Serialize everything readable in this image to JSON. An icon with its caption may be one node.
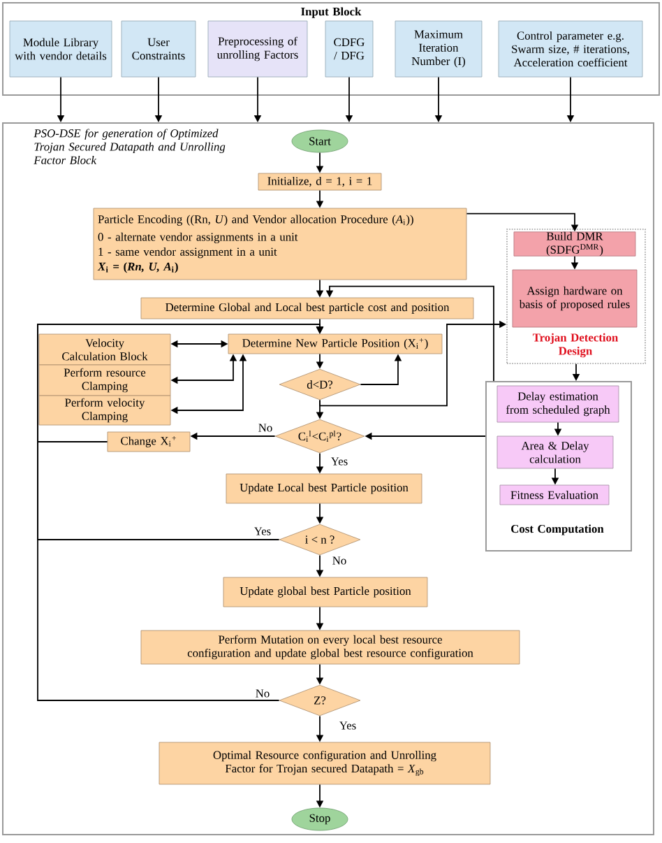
{
  "diagram": {
    "nodes": [
      {
        "text": [
          "Input Block"
        ]
      },
      {
        "text": [
          "Module Library with vendor details"
        ],
        "in": 0
      },
      {
        "text": [
          "User Constraints"
        ],
        "in": 0
      },
      {
        "text": [
          "Preprocessing of unrolling Factors"
        ],
        "in": 0
      },
      {
        "text": [
          "CDFG / DFG"
        ],
        "in": 0
      },
      {
        "text": [
          "Maximum Iteration Number (I)"
        ],
        "in": 0
      },
      {
        "text": [
          "Control parameter e.g. Swarm size, # iterations, Acceleration coefficient"
        ],
        "in": 0
      },
      {
        "text": [
          "PSO-DSE for generation of Optimized Trojan Secured Datapath and Unrolling Factor Block"
        ]
      },
      {
        "text": [
          "Start"
        ],
        "in": 7
      },
      {
        "text": [
          "Initialize, d = 1, i = 1"
        ],
        "in": 7
      },
      {
        "text": [
          "Particle Encoding ((Rn, *U*) and Vendor allocation Procedure (*A*$_{i}$))",
          "0 - alternate vendor assignments in a unit",
          "1 - same vendor assignment in a unit",
          "*X*$_{i}$ = (*Rn, U, A*$_{i}$)"
        ],
        "in": 7
      },
      {
        "text": [
          "Determine Global and Local best particle cost and position"
        ],
        "in": 7
      },
      {
        "text": [
          "Velocity Calculation Block"
        ],
        "in": 7
      },
      {
        "text": [
          "Perform resource Clamping"
        ],
        "in": 7
      },
      {
        "text": [
          "Perform velocity Clamping"
        ],
        "in": 7
      },
      {
        "text": [
          "Determine New Particle Position (X$_{i}$$^{+}$)"
        ],
        "in": 7
      },
      {
        "text": [
          "d<D?"
        ],
        "in": 7
      },
      {
        "text": [
          "Change X$_{i}$$^{+}$"
        ],
        "in": 7
      },
      {
        "text": [
          "C$_{i}$$^{l}$<C$_{i}$$^{pl}$?"
        ],
        "in": 7
      },
      {
        "text": [
          "Update Local best Particle position"
        ],
        "in": 7
      },
      {
        "text": [
          "i < n ?"
        ],
        "in": 7
      },
      {
        "text": [
          "Update global best Particle position"
        ],
        "in": 7
      },
      {
        "text": [
          "Perform Mutation on every local best resource configuration and update global best resource configuration"
        ],
        "in": 7
      },
      {
        "text": [
          "Z?"
        ],
        "in": 7
      },
      {
        "text": [
          "Optimal Resource configuration and Unrolling Factor for Trojan secured Datapath = *X*$_{gb}$"
        ],
        "in": 7
      },
      {
        "text": [
          "Stop"
        ],
        "in": 7
      },
      {
        "text": [
          "Trojan Detection Design"
        ],
        "in": 7
      },
      {
        "text": [
          "Build DMR (SDFG$^{DMR}$)"
        ],
        "in": 26
      },
      {
        "text": [
          "Assign hardware on basis of proposed rules"
        ],
        "in": 26
      },
      {
        "text": [
          "Cost Computation"
        ],
        "in": 7
      },
      {
        "text": [
          "Delay estimation from scheduled graph"
        ],
        "in": 29
      },
      {
        "text": [
          "Area & Delay calculation"
        ],
        "in": 29
      },
      {
        "text": [
          "Fitness Evaluation"
        ],
        "in": 29
      }
    ],
    "edges": [
      {
        "from": 1,
        "to": 7,
        "arrow": "to"
      },
      {
        "from": 2,
        "to": 7,
        "arrow": "to"
      },
      {
        "from": 3,
        "to": 7,
        "arrow": "to"
      },
      {
        "from": 4,
        "to": 7,
        "arrow": "to"
      },
      {
        "from": 5,
        "to": 7,
        "arrow": "to"
      },
      {
        "from": 6,
        "to": 7,
        "arrow": "to"
      },
      {
        "from": 8,
        "to": 9,
        "arrow": "to"
      },
      {
        "from": 9,
        "to": 10,
        "arrow": "to"
      },
      {
        "from": 10,
        "to": 11,
        "arrow": "to"
      },
      {
        "from": 11,
        "to": 15,
        "arrow": "to"
      },
      {
        "from": 15,
        "to": 16,
        "arrow": "to"
      },
      {
        "from": 16,
        "to": 18,
        "arrow": "to"
      },
      {
        "from": 18,
        "to": 19,
        "arrow": "to",
        "label": "Yes"
      },
      {
        "from": 19,
        "to": 20,
        "arrow": "to"
      },
      {
        "from": 20,
        "to": 21,
        "arrow": "to",
        "label": "No"
      },
      {
        "from": 21,
        "to": 22,
        "arrow": "to"
      },
      {
        "from": 22,
        "to": 23,
        "arrow": "to"
      },
      {
        "from": 23,
        "to": 24,
        "arrow": "to",
        "label": "Yes"
      },
      {
        "from": 24,
        "to": 25,
        "arrow": "to"
      },
      {
        "from": 15,
        "to": 12,
        "arrow": "both"
      },
      {
        "from": 15,
        "to": 13,
        "arrow": "both"
      },
      {
        "from": 15,
        "to": 14,
        "arrow": "both"
      },
      {
        "from": 16,
        "to": 15,
        "arrow": "to"
      },
      {
        "from": 16,
        "to": 26,
        "arrow": "to"
      },
      {
        "from": 10,
        "to": 27,
        "arrow": "to"
      },
      {
        "from": 27,
        "to": 28,
        "arrow": "to"
      },
      {
        "from": 26,
        "to": 29,
        "arrow": "to"
      },
      {
        "from": 30,
        "to": 31,
        "arrow": "to"
      },
      {
        "from": 31,
        "to": 32,
        "arrow": "to"
      },
      {
        "from": 29,
        "to": 18,
        "arrow": "to"
      },
      {
        "from": 29,
        "to": 11,
        "arrow": "to"
      },
      {
        "from": 18,
        "to": 17,
        "arrow": "to",
        "label": "No"
      },
      {
        "from": 17,
        "to": 15,
        "arrow": "to"
      },
      {
        "from": 20,
        "to": 15,
        "arrow": "to",
        "label": "Yes"
      },
      {
        "from": 23,
        "to": 15,
        "arrow": "to",
        "label": "No"
      }
    ]
  }
}
